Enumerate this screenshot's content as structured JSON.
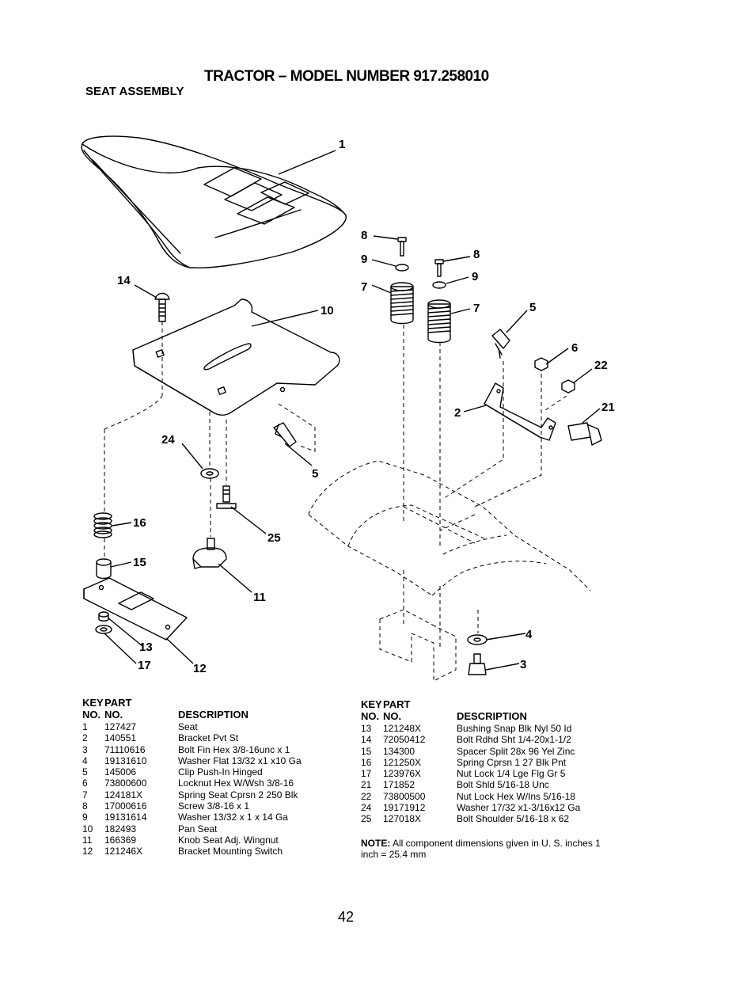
{
  "header": {
    "title": "TRACTOR – MODEL NUMBER 917.258010",
    "subtitle": "SEAT ASSEMBLY"
  },
  "callouts": [
    "1",
    "14",
    "10",
    "8",
    "9",
    "7",
    "8",
    "9",
    "7",
    "5",
    "6",
    "22",
    "21",
    "2",
    "24",
    "5",
    "16",
    "25",
    "15",
    "11",
    "13",
    "17",
    "12",
    "4",
    "3"
  ],
  "table_headers": {
    "key_line1": "KEY",
    "part_line1": "PART",
    "key_line2": "NO.",
    "part_line2": "NO.",
    "description": "DESCRIPTION"
  },
  "parts_left": [
    {
      "key": "1",
      "part": "127427",
      "description": "Seat"
    },
    {
      "key": "2",
      "part": "140551",
      "description": "Bracket Pvt St"
    },
    {
      "key": "3",
      "part": "71110616",
      "description": "Bolt Fin Hex 3/8-16unc x 1"
    },
    {
      "key": "4",
      "part": "19131610",
      "description": "Washer Flat 13/32 x1 x10 Ga"
    },
    {
      "key": "5",
      "part": "145006",
      "description": "Clip Push-In Hinged"
    },
    {
      "key": "6",
      "part": "73800600",
      "description": "Locknut Hex W/Wsh 3/8-16"
    },
    {
      "key": "7",
      "part": "124181X",
      "description": "Spring Seat Cprsn 2 250 Blk"
    },
    {
      "key": "8",
      "part": "17000616",
      "description": "Screw 3/8-16 x 1"
    },
    {
      "key": "9",
      "part": "19131614",
      "description": "Washer 13/32 x 1 x 14 Ga"
    },
    {
      "key": "10",
      "part": "182493",
      "description": "Pan Seat"
    },
    {
      "key": "11",
      "part": "166369",
      "description": "Knob Seat Adj. Wingnut"
    },
    {
      "key": "12",
      "part": "121246X",
      "description": "Bracket Mounting Switch"
    }
  ],
  "parts_right": [
    {
      "key": "13",
      "part": "121248X",
      "description": "Bushing Snap Blk Nyl 50 Id"
    },
    {
      "key": "14",
      "part": "72050412",
      "description": "Bolt Rdhd Sht 1/4-20x1-1/2"
    },
    {
      "key": "15",
      "part": "134300",
      "description": "Spacer Split 28x 96 Yel Zinc"
    },
    {
      "key": "16",
      "part": "121250X",
      "description": "Spring Cprsn 1 27 Blk Pnt"
    },
    {
      "key": "17",
      "part": "123976X",
      "description": "Nut Lock 1/4 Lge Flg Gr 5"
    },
    {
      "key": "21",
      "part": "171852",
      "description": "Bolt Shld 5/16-18 Unc"
    },
    {
      "key": "22",
      "part": "73800500",
      "description": "Nut Lock Hex W/Ins 5/16-18"
    },
    {
      "key": "24",
      "part": "19171912",
      "description": "Washer 17/32 x1-3/16x12 Ga"
    },
    {
      "key": "25",
      "part": "127018X",
      "description": "Bolt Shoulder 5/16-18 x 62"
    }
  ],
  "note": {
    "label": "NOTE:",
    "text": "All component dimensions given in U. S. inches 1 inch = 25.4 mm"
  },
  "page_number": "42"
}
